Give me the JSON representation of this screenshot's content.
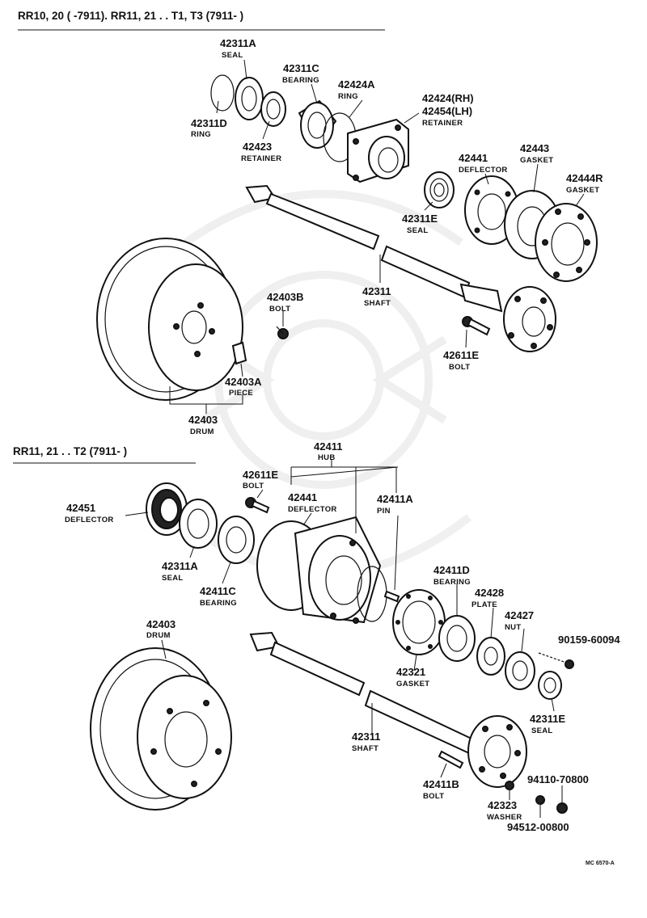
{
  "header_top": "RR10, 20 (         -7911). RR11, 21 . . T1, T3 (7911-          )",
  "header_mid": "RR11, 21 . . T2 (7911-          )",
  "ref_code": "MC 6570-A",
  "parts": [
    {
      "num": "42311A",
      "name": "SEAL"
    },
    {
      "num": "42311C",
      "name": "BEARING"
    },
    {
      "num": "42424A",
      "name": "RING"
    },
    {
      "num": "42424(RH)",
      "name": ""
    },
    {
      "num": "42454(LH)",
      "name": "RETAINER"
    },
    {
      "num": "42311D",
      "name": "RING"
    },
    {
      "num": "42423",
      "name": "RETAINER"
    },
    {
      "num": "42441",
      "name": "DEFLECTOR"
    },
    {
      "num": "42443",
      "name": "GASKET"
    },
    {
      "num": "42444R",
      "name": "GASKET"
    },
    {
      "num": "42311E",
      "name": "SEAL"
    },
    {
      "num": "42311",
      "name": "SHAFT"
    },
    {
      "num": "42403B",
      "name": "BOLT"
    },
    {
      "num": "42611E",
      "name": "BOLT"
    },
    {
      "num": "42403A",
      "name": "PIECE"
    },
    {
      "num": "42403",
      "name": "DRUM"
    },
    {
      "num": "42411",
      "name": "HUB"
    },
    {
      "num": "42611E",
      "name": "BOLT"
    },
    {
      "num": "42441",
      "name": "DEFLECTOR"
    },
    {
      "num": "42411A",
      "name": "PIN"
    },
    {
      "num": "42451",
      "name": "DEFLECTOR"
    },
    {
      "num": "42311A",
      "name": "SEAL"
    },
    {
      "num": "42411C",
      "name": "BEARING"
    },
    {
      "num": "42411D",
      "name": "BEARING"
    },
    {
      "num": "42428",
      "name": "PLATE"
    },
    {
      "num": "42427",
      "name": "NUT"
    },
    {
      "num": "90159-60094",
      "name": ""
    },
    {
      "num": "42403",
      "name": "DRUM"
    },
    {
      "num": "42321",
      "name": "GASKET"
    },
    {
      "num": "42311E",
      "name": "SEAL"
    },
    {
      "num": "42311",
      "name": "SHAFT"
    },
    {
      "num": "42411B",
      "name": "BOLT"
    },
    {
      "num": "94110-70800",
      "name": ""
    },
    {
      "num": "42323",
      "name": "WASHER"
    },
    {
      "num": "94512-00800",
      "name": ""
    }
  ]
}
